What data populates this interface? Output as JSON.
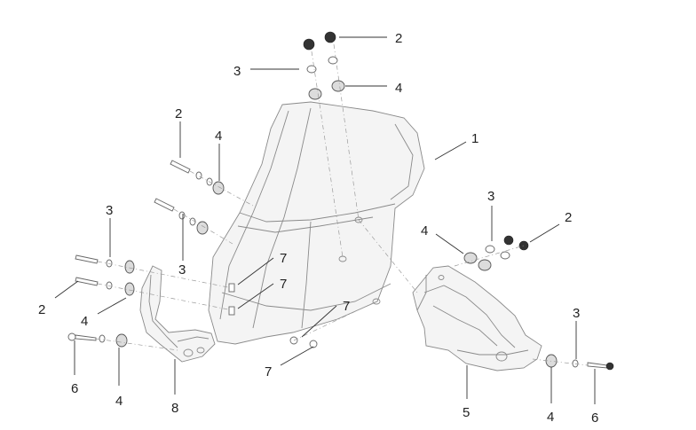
{
  "callouts": [
    {
      "label": "1"
    },
    {
      "label": "2"
    },
    {
      "label": "3"
    },
    {
      "label": "4"
    },
    {
      "label": "2"
    },
    {
      "label": "4"
    },
    {
      "label": "3"
    },
    {
      "label": "2"
    },
    {
      "label": "4"
    },
    {
      "label": "7"
    },
    {
      "label": "7"
    },
    {
      "label": "3"
    },
    {
      "label": "7"
    },
    {
      "label": "3"
    },
    {
      "label": "4"
    },
    {
      "label": "2"
    },
    {
      "label": "7"
    },
    {
      "label": "3"
    },
    {
      "label": "6"
    },
    {
      "label": "4"
    },
    {
      "label": "8"
    },
    {
      "label": "5"
    },
    {
      "label": "4"
    },
    {
      "label": "6"
    }
  ]
}
